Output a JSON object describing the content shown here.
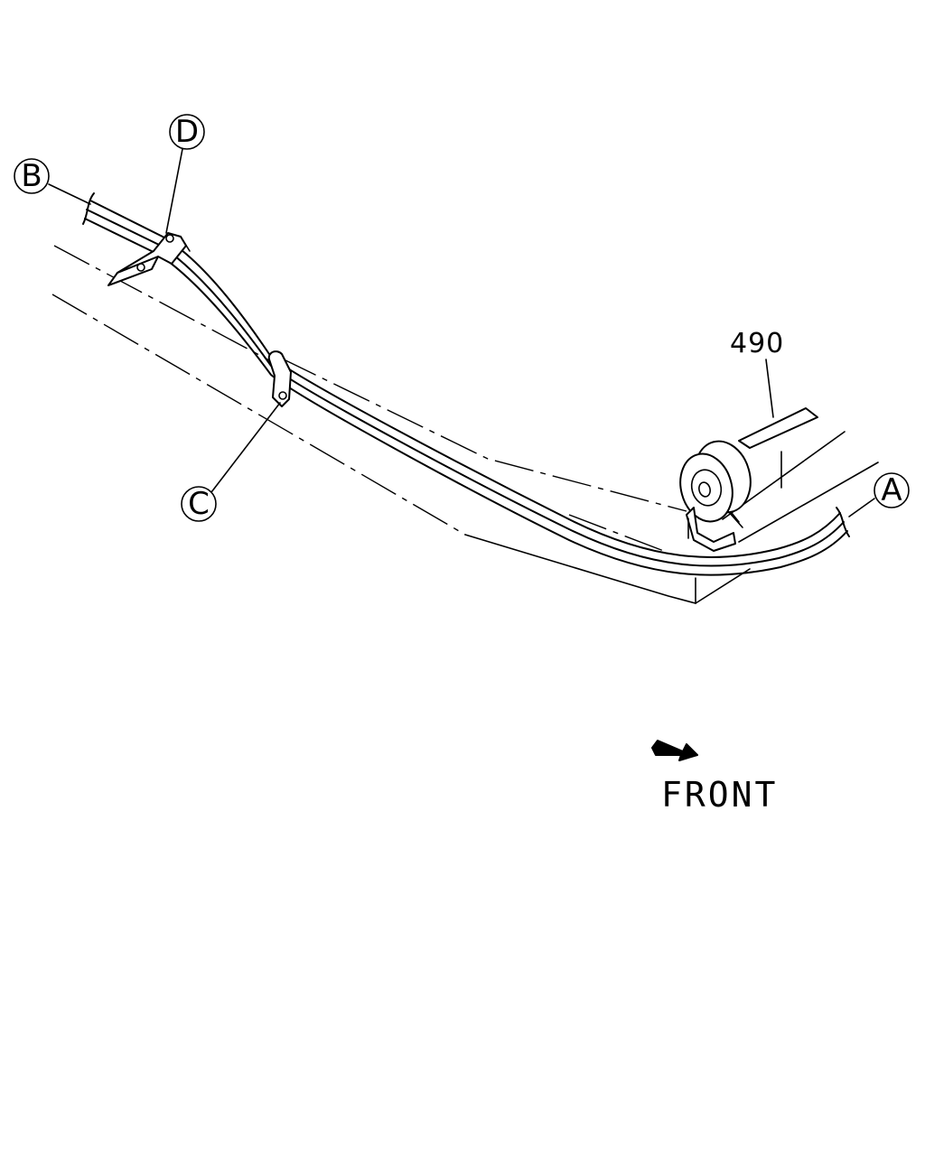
{
  "callouts": {
    "a": "A",
    "b": "B",
    "c": "C",
    "d": "D"
  },
  "part_number": "490",
  "front_label": "FRONT",
  "colors": {
    "line": "#000000",
    "background": "#ffffff"
  }
}
